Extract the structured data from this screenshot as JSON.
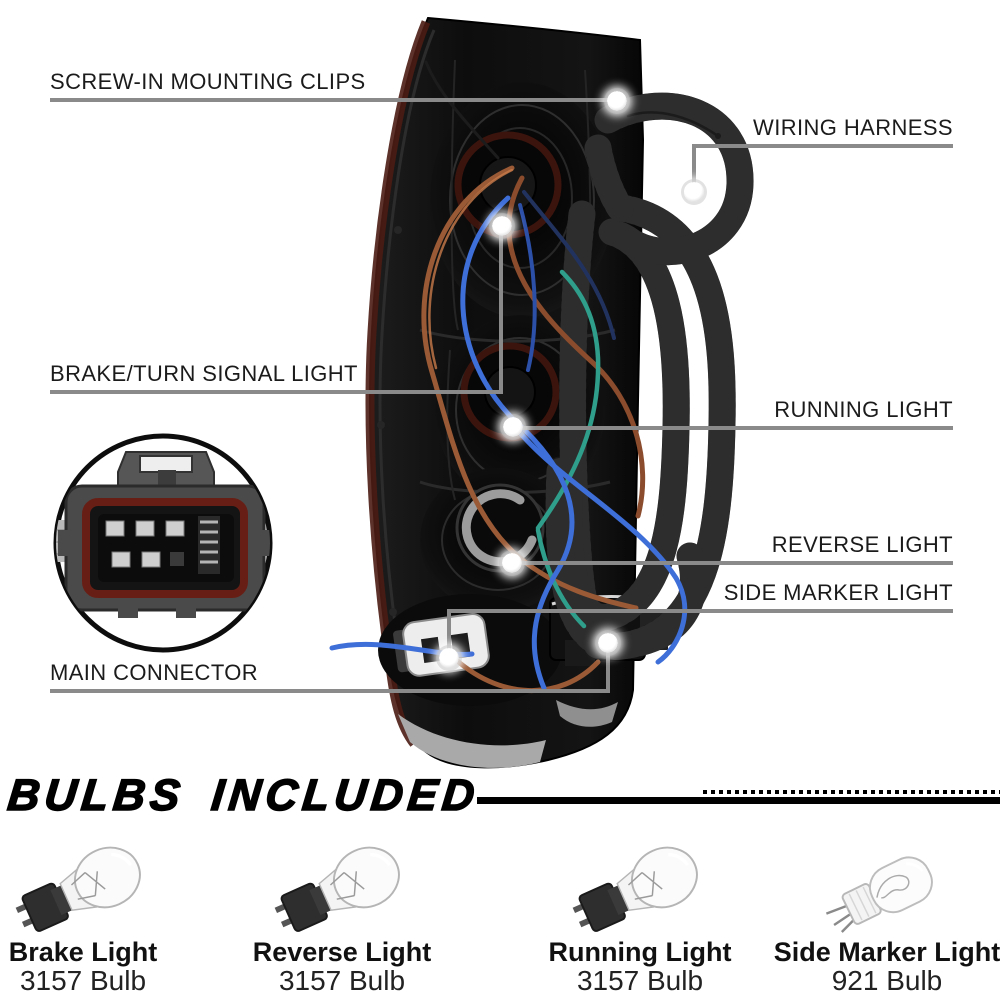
{
  "image_type": "annotated product infographic of a truck tail light assembly",
  "colors": {
    "background": "#ffffff",
    "leader_line": "#8a8a8a",
    "label_text": "#1b1b1b",
    "heading_text": "#000000",
    "housing_black": "#101010",
    "maroon_edge": "#4a1c13",
    "wire_brown": "#9a5a35",
    "wire_blue": "#3e6ed8",
    "wire_teal": "#2f9e8a"
  },
  "callouts": {
    "screw_mounting_clips": {
      "label": "SCREW-IN MOUNTING CLIPS"
    },
    "wiring_harness": {
      "label": "WIRING HARNESS"
    },
    "brake_turn_signal": {
      "label": "BRAKE/TURN SIGNAL LIGHT"
    },
    "running_light": {
      "label": "RUNNING LIGHT"
    },
    "reverse_light": {
      "label": "REVERSE LIGHT"
    },
    "side_marker_light": {
      "label": "SIDE MARKER LIGHT"
    },
    "main_connector": {
      "label": "MAIN CONNECTOR"
    }
  },
  "bulbs_section": {
    "heading": "BULBS INCLUDED",
    "items": [
      {
        "name": "Brake Light",
        "bulb": "3157 Bulb",
        "bulb_style": "wedge-3157"
      },
      {
        "name": "Reverse Light",
        "bulb": "3157 Bulb",
        "bulb_style": "wedge-3157"
      },
      {
        "name": "Running Light",
        "bulb": "3157 Bulb",
        "bulb_style": "wedge-3157"
      },
      {
        "name": "Side Marker Light",
        "bulb": "921 Bulb",
        "bulb_style": "glass-921"
      }
    ]
  }
}
